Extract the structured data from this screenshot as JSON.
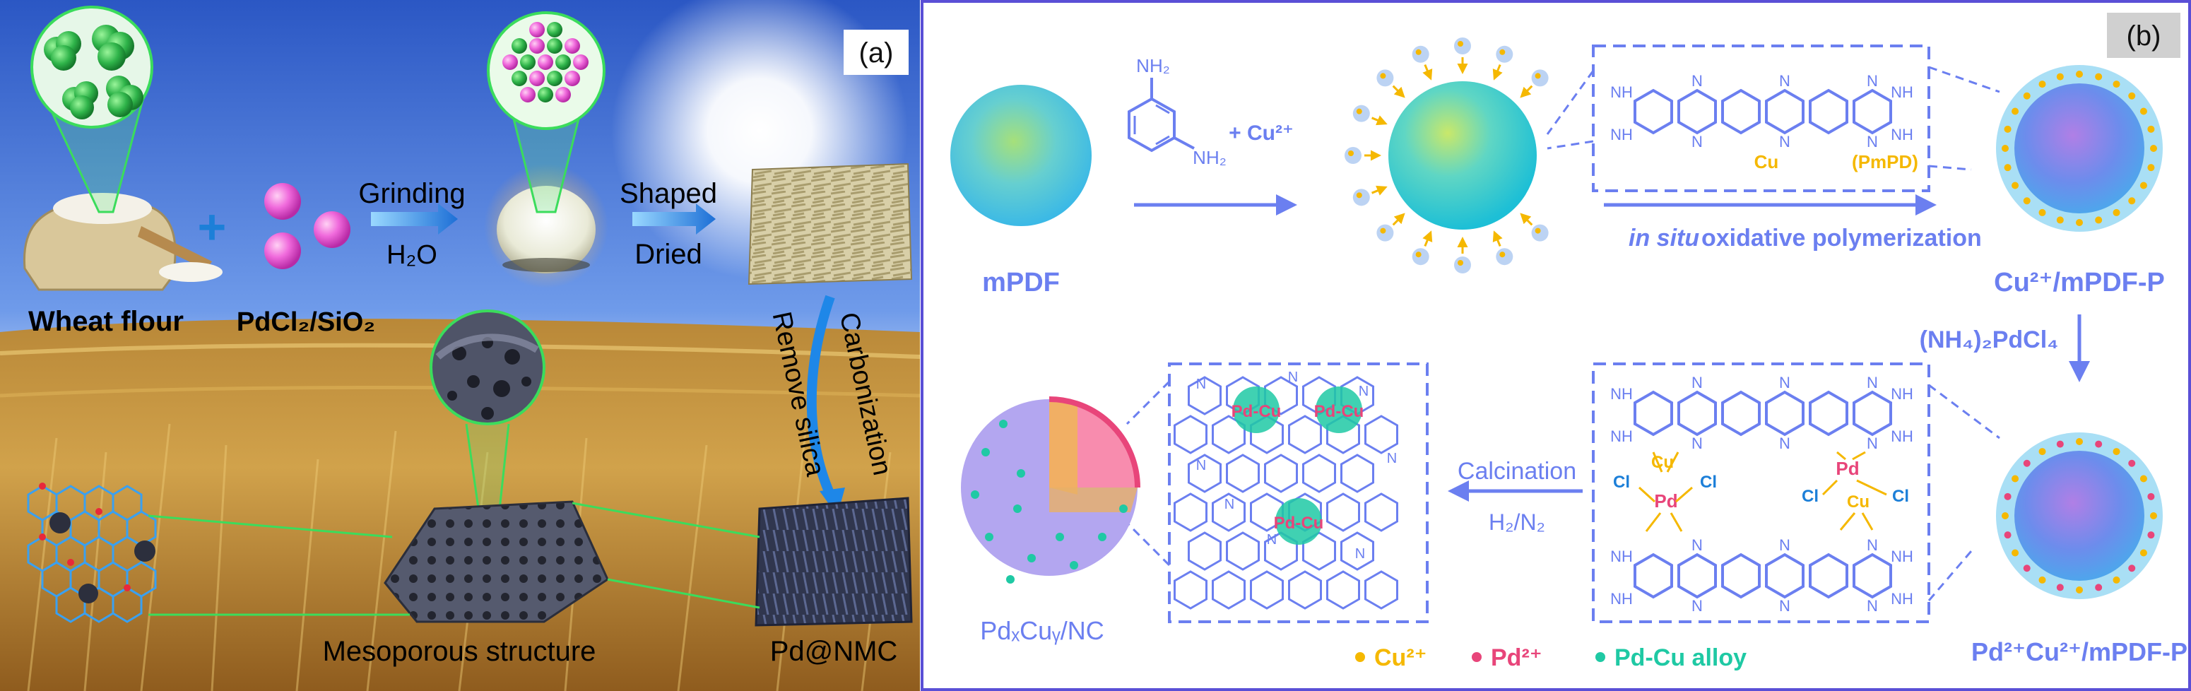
{
  "panel_a": {
    "label": "(a)",
    "wheat_flour": "Wheat flour",
    "pdcl2_sio2": "PdCl₂/SiO₂",
    "grinding": "Grinding",
    "h2o": "H₂O",
    "shaped": "Shaped",
    "dried": "Dried",
    "carbonization": "Carbonization",
    "remove_silica": "Remove silica",
    "mesoporous": "Mesoporous structure",
    "pd_nmc": "Pd@NMC"
  },
  "panel_b": {
    "label": "(b)",
    "mpdf": "mPDF",
    "cu2_plus": "+ Cu²⁺",
    "nh2": "NH₂",
    "nh": "NH",
    "h": "H",
    "n": "N",
    "cu": "Cu",
    "pd": "Pd",
    "cl": "Cl",
    "pmpd": "(PmPD)",
    "in_situ": "in situ",
    "oxidative": " oxidative polymerization",
    "cu_mpdf_p": "Cu²⁺/mPDF-P",
    "nh4_pdcl4": "(NH₄)₂PdCl₄",
    "pdcu_mpdf_p": "Pd²⁺Cu²⁺/mPDF-P",
    "calcination": "Calcination",
    "h2_n2": "H₂/N₂",
    "pd_cu_tag": "Pd-Cu",
    "pdxcuy_nc": "PdₓCuᵧ/NC",
    "legend": [
      {
        "label": "Cu²⁺",
        "color": "#f5b800"
      },
      {
        "label": "Pd²⁺",
        "color": "#e8457a"
      },
      {
        "label": "Pd-Cu alloy",
        "color": "#1fc9a4"
      }
    ]
  },
  "colors": {
    "accent_blue": "#6b7ff0",
    "cu_yellow": "#f5b800",
    "pd_pink": "#e8457a",
    "alloy_teal": "#1fc9a4",
    "sky_blue": "#3a6fd8",
    "field_gold": "#c99a3a"
  }
}
